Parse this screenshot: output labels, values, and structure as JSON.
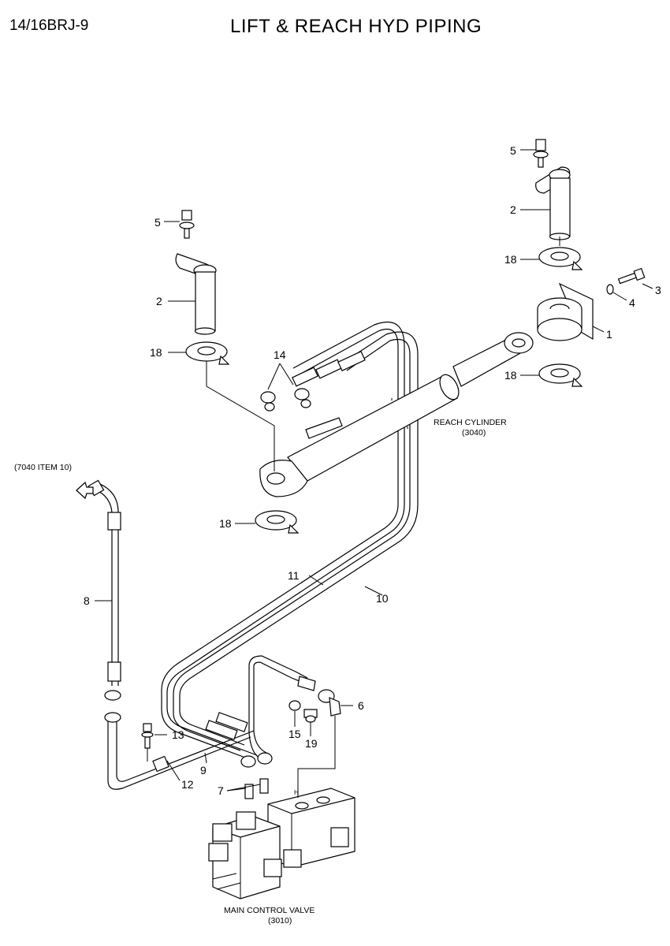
{
  "header": {
    "model": "14/16BRJ-9",
    "title": "LIFT & REACH HYD PIPING"
  },
  "labels": {
    "reach_cylinder": "REACH CYLINDER",
    "reach_cylinder_code": "(3040)",
    "main_control_valve": "MAIN CONTROL VALVE",
    "main_control_valve_code": "(3010)",
    "reference": "(7040 ITEM 10)",
    "port_h": "H"
  },
  "callouts": {
    "c1": "1",
    "c2a": "2",
    "c2b": "2",
    "c3": "3",
    "c4": "4",
    "c5a": "5",
    "c5b": "5",
    "c6": "6",
    "c7": "7",
    "c8": "8",
    "c9": "9",
    "c10": "10",
    "c11": "11",
    "c12": "12",
    "c13": "13",
    "c14": "14",
    "c15": "15",
    "c18a": "18",
    "c18b": "18",
    "c18c": "18",
    "c18d": "18",
    "c19": "19"
  }
}
